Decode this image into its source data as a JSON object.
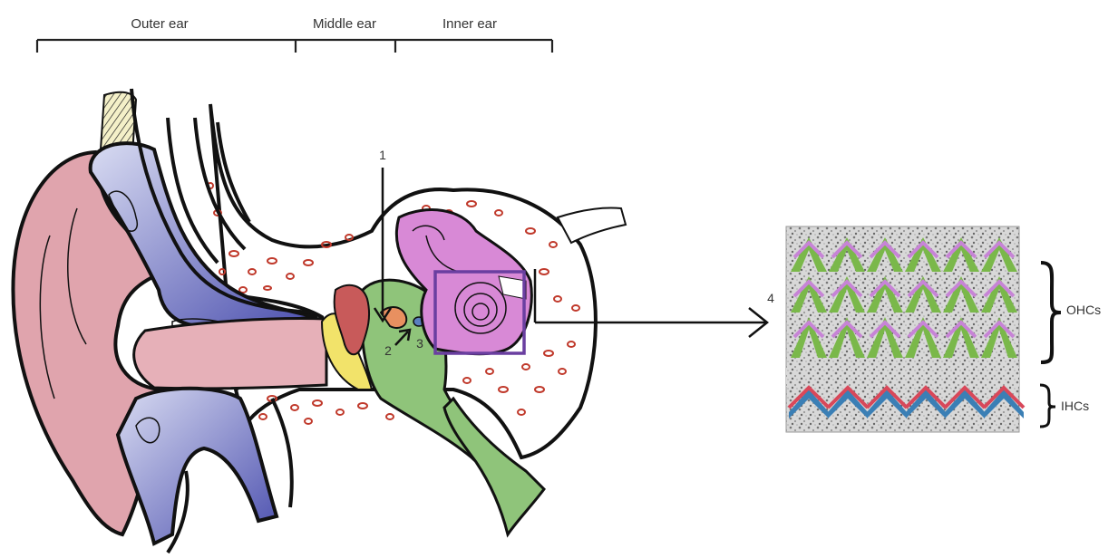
{
  "regions": {
    "outer_ear": "Outer ear",
    "middle_ear": "Middle ear",
    "inner_ear": "Inner ear"
  },
  "markers": {
    "m1": "1",
    "m2": "2",
    "m3": "3",
    "m4": "4"
  },
  "cell_labels": {
    "ohcs": "OHCs",
    "ihcs": "IHCs"
  },
  "colors": {
    "pinna": "#e0a4ad",
    "canal_blue": "#4b4fae",
    "ossicle": "#c85a5a",
    "middle_green": "#8fc47a",
    "cochlea": "#d889d6",
    "box": "#6a3fa0",
    "bone_dots": "#c0392b",
    "ohc_green": "#7ab84a",
    "ohc_purple": "#c784d6",
    "ihc_red": "#d8485a",
    "ihc_blue": "#3b7fb5"
  }
}
